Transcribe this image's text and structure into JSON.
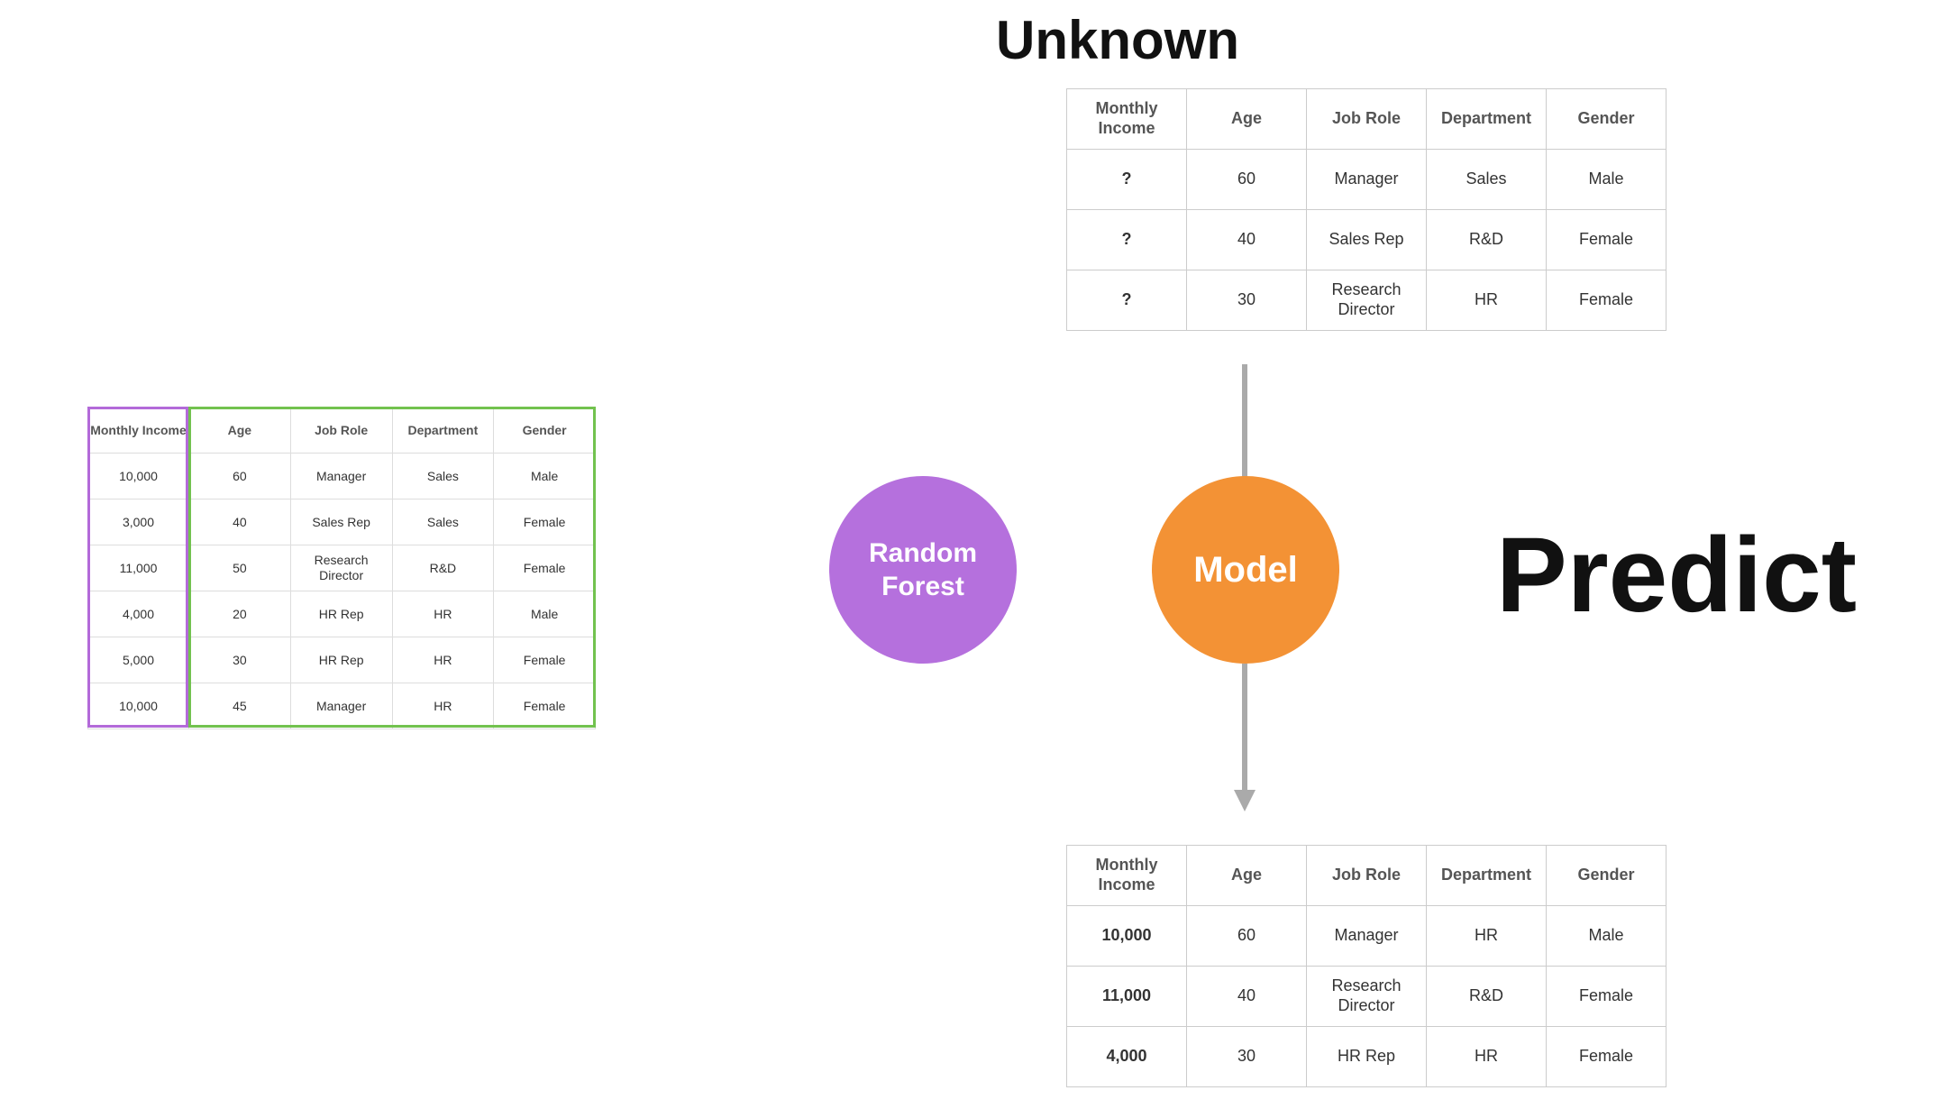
{
  "training_table": {
    "headers": [
      "Monthly Income",
      "Age",
      "Job Role",
      "Department",
      "Gender"
    ],
    "rows": [
      [
        "10,000",
        "60",
        "Manager",
        "Sales",
        "Male"
      ],
      [
        "3,000",
        "40",
        "Sales Rep",
        "Sales",
        "Female"
      ],
      [
        "11,000",
        "50",
        "Research Director",
        "R&D",
        "Female"
      ],
      [
        "4,000",
        "20",
        "HR Rep",
        "HR",
        "Male"
      ],
      [
        "5,000",
        "30",
        "HR Rep",
        "HR",
        "Female"
      ],
      [
        "10,000",
        "45",
        "Manager",
        "HR",
        "Female"
      ]
    ],
    "target_outline_color": "#b36ad9",
    "features_outline_color": "#72c24f"
  },
  "unknown": {
    "title": "Unknown",
    "headers": [
      "Monthly Income",
      "Age",
      "Job Role",
      "Department",
      "Gender"
    ],
    "rows": [
      [
        "?",
        "60",
        "Manager",
        "Sales",
        "Male"
      ],
      [
        "?",
        "40",
        "Sales Rep",
        "R&D",
        "Female"
      ],
      [
        "?",
        "30",
        "Research Director",
        "HR",
        "Female"
      ]
    ]
  },
  "random_forest": {
    "label_line1": "Random",
    "label_line2": "Forest",
    "color": "#b570dd"
  },
  "model": {
    "label": "Model",
    "color": "#f39235"
  },
  "predict_label": "Predict",
  "predicted": {
    "headers": [
      "Monthly Income",
      "Age",
      "Job Role",
      "Department",
      "Gender"
    ],
    "rows": [
      [
        "10,000",
        "60",
        "Manager",
        "HR",
        "Male"
      ],
      [
        "11,000",
        "40",
        "Research Director",
        "R&D",
        "Female"
      ],
      [
        "4,000",
        "30",
        "HR Rep",
        "HR",
        "Female"
      ]
    ],
    "predicted_value_color": "#4aa3e8"
  },
  "arrow_color": "#aaaaaa"
}
